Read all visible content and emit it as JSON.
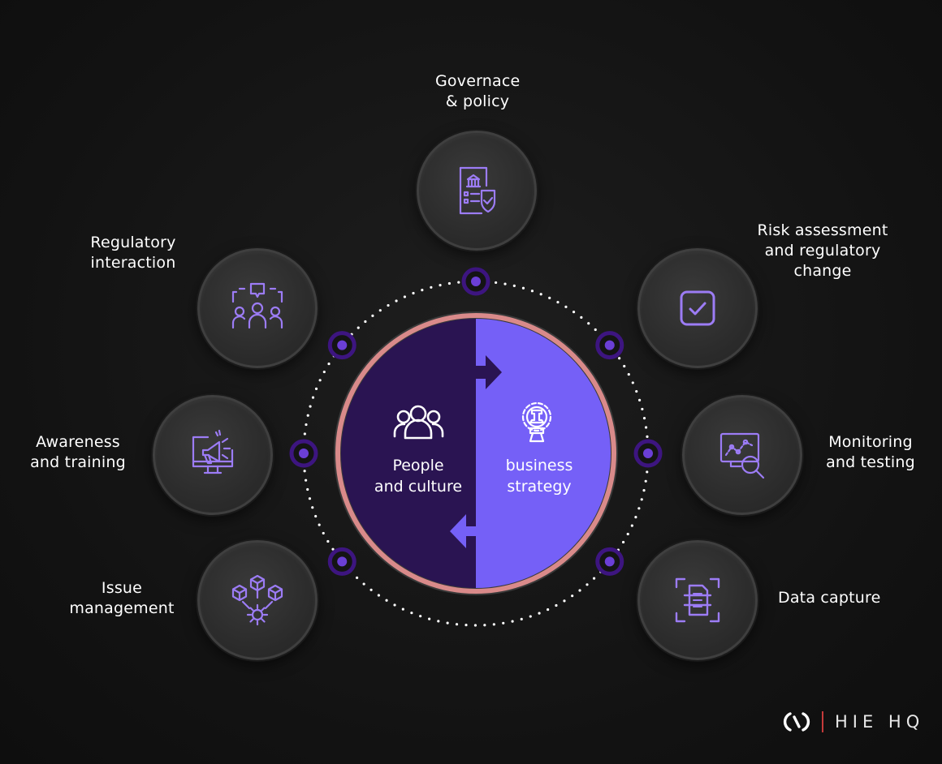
{
  "center": {
    "left_lines": [
      "People",
      "and culture"
    ],
    "right_lines": [
      "business",
      "strategy"
    ],
    "left_color": "#2a1452",
    "right_color": "#7560f7",
    "ring_color": "#d98a8a"
  },
  "nodes": [
    {
      "id": "governance",
      "icon": "policy-document-icon",
      "lines": [
        "Governace",
        "& policy"
      ]
    },
    {
      "id": "risk",
      "icon": "checkbox-icon",
      "lines": [
        "Risk assessment",
        "and regulatory",
        "change"
      ]
    },
    {
      "id": "monitoring",
      "icon": "monitor-magnifier-icon",
      "lines": [
        "Monitoring",
        "and testing"
      ]
    },
    {
      "id": "data",
      "icon": "document-scan-icon",
      "lines": [
        "Data capture"
      ]
    },
    {
      "id": "issue",
      "icon": "cubes-gear-icon",
      "lines": [
        "Issue",
        "management"
      ]
    },
    {
      "id": "awareness",
      "icon": "megaphone-monitor-icon",
      "lines": [
        "Awareness",
        "and training"
      ]
    },
    {
      "id": "regulatory",
      "icon": "people-chat-icon",
      "lines": [
        "Regulatory",
        "interaction"
      ]
    }
  ],
  "colors": {
    "accent": "#6b3fd6",
    "accent_dark": "#3d1580",
    "icon": "#9c7cf5",
    "dots": "#ffffff"
  },
  "logo": {
    "text": "HIE HQ"
  }
}
